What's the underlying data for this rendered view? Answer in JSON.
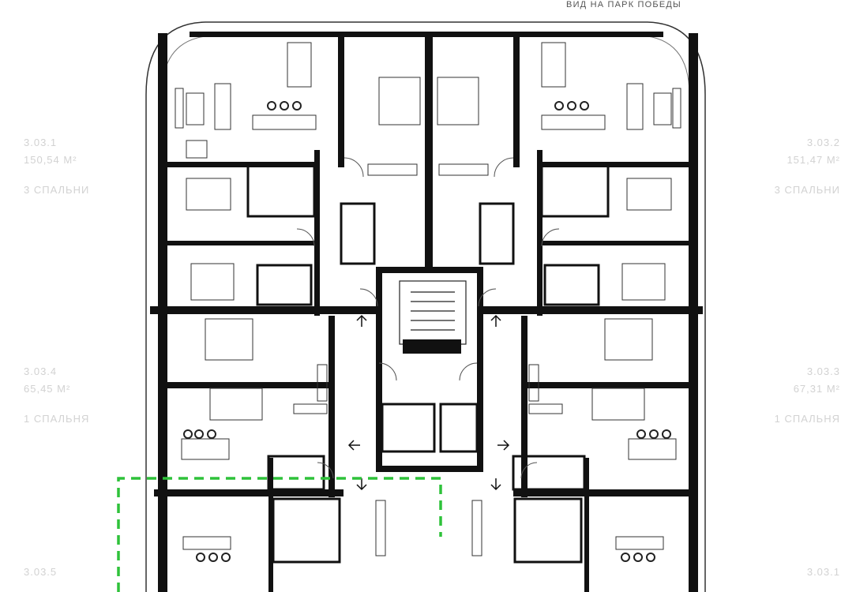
{
  "header": {
    "view_note": "ВИД НА ПАРК ПОБЕДЫ"
  },
  "units": [
    {
      "id": "3.03.1",
      "area": "150,54 М²",
      "bedrooms": "3 СПАЛЬНИ"
    },
    {
      "id": "3.03.2",
      "area": "151,47 М²",
      "bedrooms": "3 СПАЛЬНИ"
    },
    {
      "id": "3.03.4",
      "area": "65,45 М²",
      "bedrooms": "1 СПАЛЬНЯ"
    },
    {
      "id": "3.03.3",
      "area": "67,31 М²",
      "bedrooms": "1 СПАЛЬНЯ"
    },
    {
      "id": "3.03.5",
      "area": "",
      "bedrooms": ""
    },
    {
      "id": "3.03.1",
      "area": "",
      "bedrooms": ""
    }
  ],
  "colors": {
    "wall": "#111111",
    "line": "#333333",
    "highlight": "#2ec23a",
    "label": "#d2d2d2",
    "background": "#ffffff"
  }
}
